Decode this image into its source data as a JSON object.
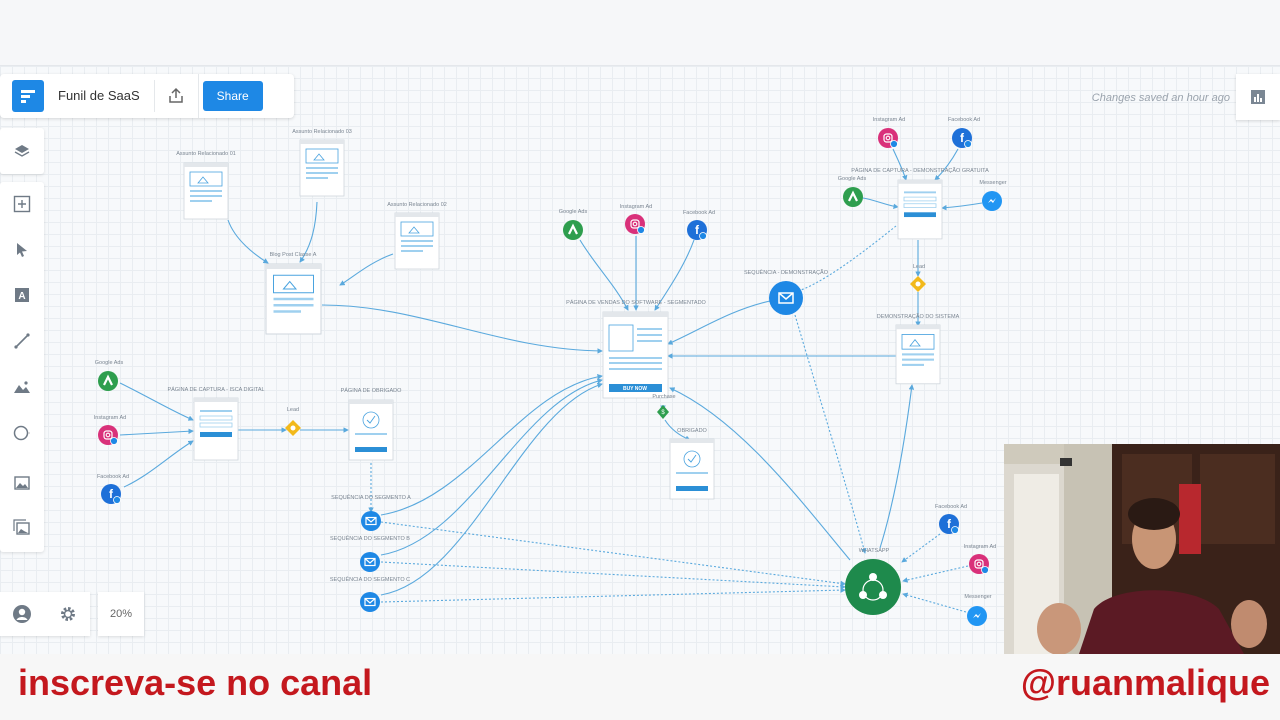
{
  "app": {
    "funnel_name": "Funil de SaaS",
    "share_label": "Share",
    "saved_status": "Changes saved an hour ago",
    "zoom": "20%"
  },
  "nodes": {
    "assunto_01": "Assunto Relacionado 01",
    "assunto_02": "Assunto Relacionado 02",
    "assunto_03": "Assunto Relacionado 03",
    "blog_post": "Blog Post Classe A",
    "google_ads_sales": "Google Ads",
    "instagram_ad_sales": "Instagram Ad",
    "facebook_ad_sales": "Facebook Ad",
    "sales_page": "PÁGINA DE VENDAS DO SOFTWARE - SEGMENTADO",
    "buy_now": "BUY NOW",
    "purchase": "Purchase",
    "obrigado": "OBRIGADO",
    "seq_demo": "SEQUÊNCIA - DEMONSTRAÇÃO",
    "instagram_ad_demo": "Instagram Ad",
    "facebook_ad_demo": "Facebook Ad",
    "google_ads_demo": "Google Ads",
    "messenger_demo": "Messenger",
    "capture_demo": "PÁGINA DE CAPTURA - DEMONSTRAÇÃO GRATUITA",
    "lead_demo": "Lead",
    "demo_page": "DEMONSTRAÇÃO DO SISTEMA",
    "google_ads_left": "Google Ads",
    "instagram_ad_left": "Instagram Ad",
    "facebook_ad_left": "Facebook Ad",
    "capture_isca": "PÁGINA DE CAPTURA - ISCA DIGITAL",
    "lead_left": "Lead",
    "thankyou_page": "PÁGINA DE OBRIGADO",
    "seq_a": "SEQUÊNCIA DO SEGMENTO A",
    "seq_b": "SEQUÊNCIA DO SEGMENTO B",
    "seq_c": "SEQUÊNCIA DO SEGMENTO C",
    "whatsapp": "WHATSAPP",
    "facebook_ad_wa": "Facebook Ad",
    "instagram_ad_wa": "Instagram Ad",
    "messenger_wa": "Messenger"
  },
  "overlay": {
    "subscribe": "inscreva-se no canal",
    "handle": "@ruanmalique"
  },
  "colors": {
    "accent": "#1e88e5",
    "google": "#2e9e4e",
    "instagram": "#d9317a",
    "whatsapp": "#1e8a4c",
    "lead": "#f2b91b",
    "cta_red": "#c4181e"
  }
}
